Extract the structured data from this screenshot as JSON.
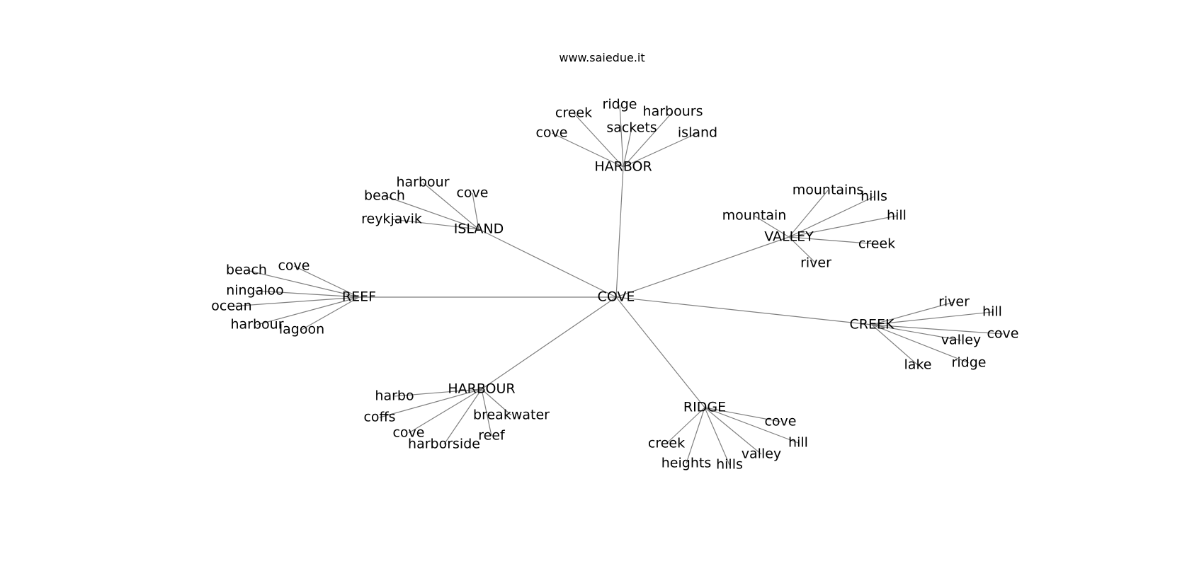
{
  "credit": "www.saiedue.it",
  "network": {
    "root": "COVE",
    "hubs": [
      {
        "label": "HARBOR",
        "children": [
          "cove",
          "creek",
          "ridge",
          "sackets",
          "harbours",
          "island"
        ]
      },
      {
        "label": "ISLAND",
        "children": [
          "harbour",
          "beach",
          "cove",
          "reykjavik"
        ]
      },
      {
        "label": "VALLEY",
        "children": [
          "mountains",
          "hills",
          "hill",
          "mountain",
          "creek",
          "river"
        ]
      },
      {
        "label": "REEF",
        "children": [
          "beach",
          "cove",
          "ningaloo",
          "ocean",
          "harbour",
          "lagoon"
        ]
      },
      {
        "label": "CREEK",
        "children": [
          "river",
          "hill",
          "valley",
          "cove",
          "lake",
          "ridge"
        ]
      },
      {
        "label": "HARBOUR",
        "children": [
          "harbo",
          "coffs",
          "breakwater",
          "cove",
          "reef",
          "harborside"
        ]
      },
      {
        "label": "RIDGE",
        "children": [
          "cove",
          "hill",
          "creek",
          "valley",
          "heights",
          "hills"
        ]
      }
    ]
  }
}
